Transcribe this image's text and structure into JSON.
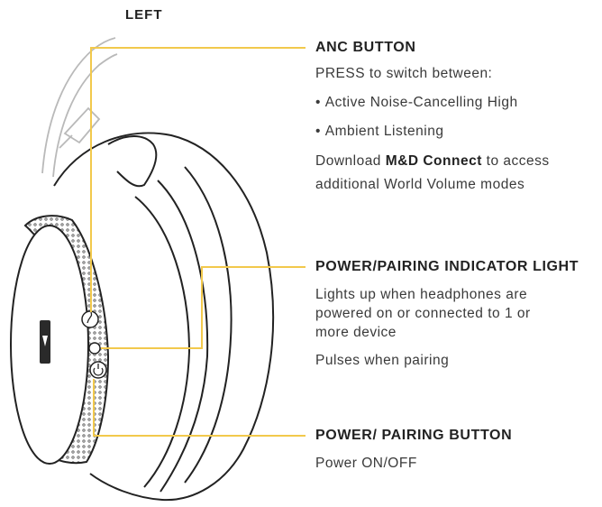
{
  "side_label": "LEFT",
  "callouts": {
    "anc": {
      "title": "ANC BUTTON",
      "intro": "PRESS to switch between:",
      "options": [
        "Active Noise-Cancelling High",
        "Ambient Listening"
      ],
      "download_prefix": "Download ",
      "app_name": "M&D Connect",
      "download_suffix": " to access",
      "download_line2": "additional World Volume modes"
    },
    "indicator": {
      "title": "POWER/PAIRING INDICATOR LIGHT",
      "desc_lines": [
        "Lights up when headphones are",
        "powered on or connected to 1 or",
        "more device"
      ],
      "pulse": "Pulses when pairing"
    },
    "power": {
      "title": "POWER/ PAIRING BUTTON",
      "desc": "Power ON/OFF"
    }
  },
  "colors": {
    "leader": "#f2c94c",
    "line_art": "#222222",
    "text": "#333333"
  },
  "icons": [
    "anc-button-icon",
    "indicator-light-icon",
    "power-icon"
  ]
}
